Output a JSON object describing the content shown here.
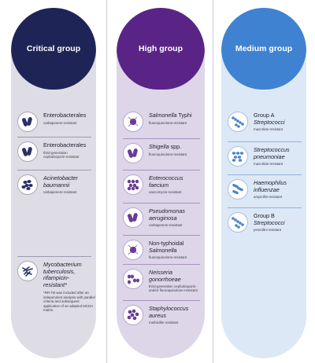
{
  "colors": {
    "critical_cap": "#1e2556",
    "high_cap": "#5a2487",
    "medium_cap": "#3f82d2",
    "critical_body": "#dedde6",
    "high_body": "#ddd6e9",
    "medium_body": "#dde8f6",
    "critical_icon": "#2a2f66",
    "high_icon": "#6a3c92",
    "medium_icon": "#4b84c8"
  },
  "critical": {
    "title": "Critical group",
    "entries": [
      {
        "name": "Enterobacterales",
        "sub": "carbapenem-resistant",
        "icon": "rod-bacteria-icon"
      },
      {
        "name": "Enterobacterales",
        "sub": "third-generation cephalosporin-resistant",
        "icon": "rod-bacteria-icon"
      },
      {
        "name": "Acinetobacter baumannii",
        "sub": "carbapenem-resistant",
        "icon": "coccobacilli-cluster-icon"
      },
      {
        "name": "Mycobacterium tuberculosis, rifampicin-resistant*",
        "note": "*RR-TB was included after an independent analysis with parallel criteria and subsequent application of an adapted MCDA matrix.",
        "icon": "mycobacterium-icon"
      }
    ]
  },
  "high": {
    "title": "High group",
    "entries": [
      {
        "name_italic": "Salmonella",
        "name_plain": " Typhi",
        "sub": "fluoroquinolone-resistant",
        "icon": "flagellated-bacteria-icon"
      },
      {
        "name_italic": "Shigella",
        "name_plain": " spp.",
        "sub": "fluoroquinolone-resistant",
        "icon": "rod-bacteria-icon"
      },
      {
        "name_italic": "Enterococcus faecium",
        "name_plain": "",
        "sub": "vancomycin-resistant",
        "icon": "cocci-chain-icon"
      },
      {
        "name_italic": "Pseudomonas aeruginosa",
        "name_plain": "",
        "sub": "carbapenem-resistant",
        "icon": "rod-bacteria-icon"
      },
      {
        "name_italic": "Salmonella",
        "name_prefix": "Non-typhoidal",
        "sub": "fluoroquinolone-resistant",
        "icon": "flagellated-bacteria-icon"
      },
      {
        "name_italic": "Neisseria gonorrhoeae",
        "name_plain": "",
        "sub": "third-generation cephalosporin-and/or fluoroquinolone-resistant",
        "icon": "diplococci-icon"
      },
      {
        "name_italic": "Staphylococcus aureus",
        "name_plain": "",
        "sub": "methicillin-resistant",
        "icon": "cocci-cluster-icon"
      }
    ]
  },
  "medium": {
    "title": "Medium group",
    "entries": [
      {
        "name": "Group A",
        "name_italic": "Streptococci",
        "sub": "macrolide-resistant",
        "icon": "streptococci-icon"
      },
      {
        "name_italic": "Streptococcus pneumoniae",
        "sub": "macrolide-resistant",
        "icon": "diplococci-chain-icon"
      },
      {
        "name_italic": "Haemophilus influenzae",
        "sub": "ampicillin-resistant",
        "icon": "coccobacilli-icon"
      },
      {
        "name": "Group B",
        "name_italic": "Streptococci",
        "sub": "penicillin-resistant",
        "icon": "streptococci-icon"
      }
    ]
  }
}
